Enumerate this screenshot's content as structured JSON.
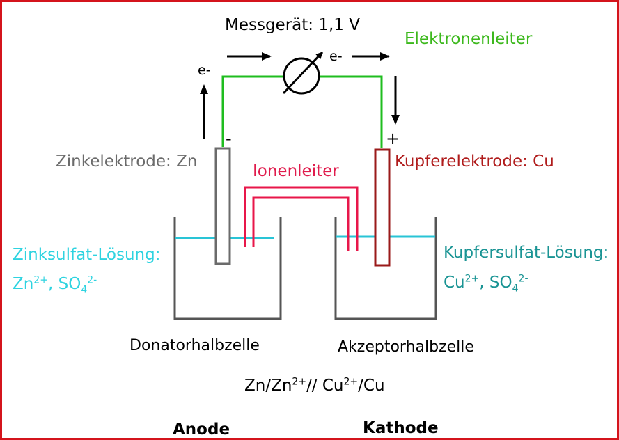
{
  "meter_label": "Messgerät: 1,1 V",
  "electron_conductor_label": "Elektronenleiter",
  "electron_left": "e-",
  "electron_mid": "e-",
  "minus_sign": "-",
  "plus_sign": "+",
  "zinc_electrode_label": "Zinkelektrode: Zn",
  "ion_conductor_label": "Ionenleiter",
  "copper_electrode_label": "Kupferelektrode: Cu",
  "zinc_solution": {
    "title": "Zinksulfat-Lösung:",
    "ion1": "Zn",
    "ion1_charge": "2+",
    "separator": ", ",
    "ion2": "SO",
    "ion2_sub": "4",
    "ion2_charge": "2-"
  },
  "copper_solution": {
    "title": "Kupfersulfat-Lösung:",
    "ion1": "Cu",
    "ion1_charge": "2+",
    "separator": ", ",
    "ion2": "SO",
    "ion2_sub": "4",
    "ion2_charge": "2-"
  },
  "donor_label": "Donatorhalbzelle",
  "acceptor_label": "Akzeptorhalbzelle",
  "cell_notation": {
    "p1": "Zn/Zn",
    "c1": "2+",
    "p2": "// Cu",
    "c2": "2+",
    "p3": "/Cu"
  },
  "anode_label": "Anode",
  "cathode_label": "Kathode",
  "colors": {
    "border": "#d4141c",
    "wire_green": "#1fbd1f",
    "electron_text": "#3cb81c",
    "ion_bridge": "#e8174a",
    "ion_text": "#e01b4c",
    "zinc_text": "#6b6b6b",
    "copper_electrode": "#9a1a1a",
    "copper_text": "#b01c1c",
    "water": "#29c4d6",
    "zinc_solution_text": "#2ed3e0",
    "copper_solution_text": "#1a9494",
    "beaker": "#555555"
  }
}
